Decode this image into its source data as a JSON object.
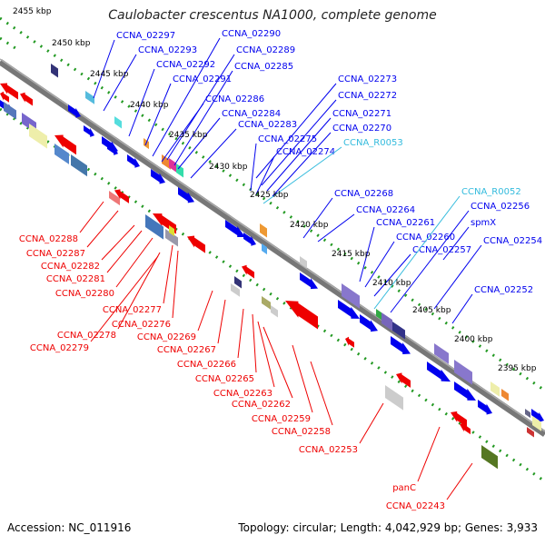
{
  "title": "Caulobacter crescentus NA1000, complete genome",
  "footer": {
    "accession": "Accession: NC_011916",
    "summary": "Topology: circular; Length: 4,042,929 bp; Genes: 3,933"
  },
  "colors": {
    "forward": "#0000ee",
    "reverse": "#ee0000",
    "rna": "#33bbdd",
    "backbone": "#888888",
    "ruler": "#229922"
  },
  "scale_labels": [
    "2455 kbp",
    "2450 kbp",
    "2445 kbp",
    "2440 kbp",
    "2435 kbp",
    "2430 kbp",
    "2425 kbp",
    "2420 kbp",
    "2415 kbp",
    "2410 kbp",
    "2405 kbp",
    "2400 kbp",
    "2395 kbp"
  ],
  "forward_genes": [
    "CCNA_02297",
    "CCNA_02293",
    "CCNA_02292",
    "CCNA_02291",
    "CCNA_02290",
    "CCNA_02289",
    "CCNA_02285",
    "CCNA_02286",
    "CCNA_02284",
    "CCNA_02283",
    "CCNA_02273",
    "CCNA_02272",
    "CCNA_02271",
    "CCNA_02270",
    "CCNA_02275",
    "CCNA_02274",
    "CCNA_R0053",
    "CCNA_02268",
    "CCNA_02264",
    "CCNA_02261",
    "CCNA_02260",
    "CCNA_02257",
    "CCNA_R0052",
    "CCNA_02256",
    "spmX",
    "CCNA_02254",
    "CCNA_02252"
  ],
  "reverse_genes": [
    "CCNA_02288",
    "CCNA_02287",
    "CCNA_02282",
    "CCNA_02281",
    "CCNA_02280",
    "CCNA_02277",
    "CCNA_02276",
    "CCNA_02278",
    "CCNA_02279",
    "CCNA_02269",
    "CCNA_02267",
    "CCNA_02266",
    "CCNA_02265",
    "CCNA_02263",
    "CCNA_02262",
    "CCNA_02259",
    "CCNA_02258",
    "CCNA_02253",
    "panC",
    "CCNA_02243"
  ]
}
